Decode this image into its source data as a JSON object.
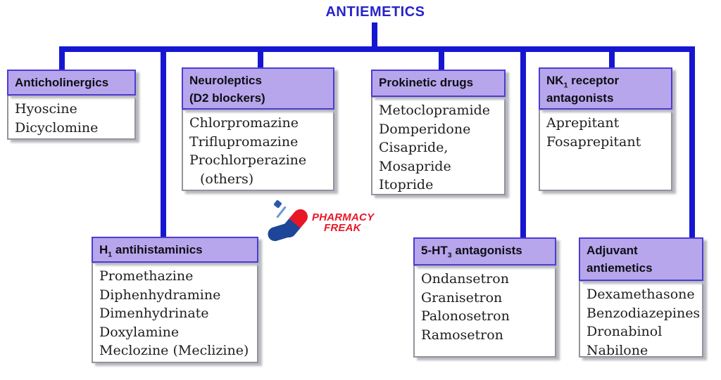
{
  "title": "ANTIEMETICS",
  "logo": {
    "brand_line1": "PHARMACY",
    "brand_line2": "FREAK"
  },
  "colors": {
    "connector_blue": "#1616d2",
    "title_blue": "#2823c8",
    "header_fill": "#b7a6ec",
    "header_border": "#4b3cd2",
    "body_border": "#93939c",
    "logo_red": "#e81728",
    "logo_navy": "#1d4699"
  },
  "groups": [
    {
      "header": {
        "pre": "Anticholinergics",
        "sub": "",
        "post": "",
        "line2": ""
      },
      "drugs": [
        "Hyoscine",
        "Dicyclomine"
      ]
    },
    {
      "header": {
        "pre": "Neuroleptics",
        "sub": "",
        "post": "",
        "line2": "(D2 blockers)"
      },
      "drugs": [
        "Chlorpromazine",
        "Triflupromazine",
        "Prochlorperazine",
        "(others)"
      ]
    },
    {
      "header": {
        "pre": "Prokinetic drugs",
        "sub": "",
        "post": "",
        "line2": ""
      },
      "drugs": [
        "Metoclopramide",
        "Domperidone",
        "Cisapride,",
        "Mosapride",
        "Itopride"
      ]
    },
    {
      "header": {
        "pre": "NK",
        "sub": "1",
        "post": " receptor",
        "line2": "antagonists"
      },
      "drugs": [
        "Aprepitant",
        "Fosaprepitant"
      ]
    },
    {
      "header": {
        "pre": "H",
        "sub": "1",
        "post": " antihistaminics",
        "line2": ""
      },
      "drugs": [
        "Promethazine",
        "Diphenhydramine",
        "Dimenhydrinate",
        "Doxylamine",
        "Meclozine (Meclizine)"
      ]
    },
    {
      "header": {
        "pre": "5-HT",
        "sub": "3",
        "post": " antagonists",
        "line2": ""
      },
      "drugs": [
        "Ondansetron",
        "Granisetron",
        "Palonosetron",
        "Ramosetron"
      ]
    },
    {
      "header": {
        "pre": "Adjuvant",
        "sub": "",
        "post": "",
        "line2": "antiemetics"
      },
      "drugs": [
        "Dexamethasone",
        "Benzodiazepines",
        "Dronabinol",
        "Nabilone"
      ]
    }
  ]
}
